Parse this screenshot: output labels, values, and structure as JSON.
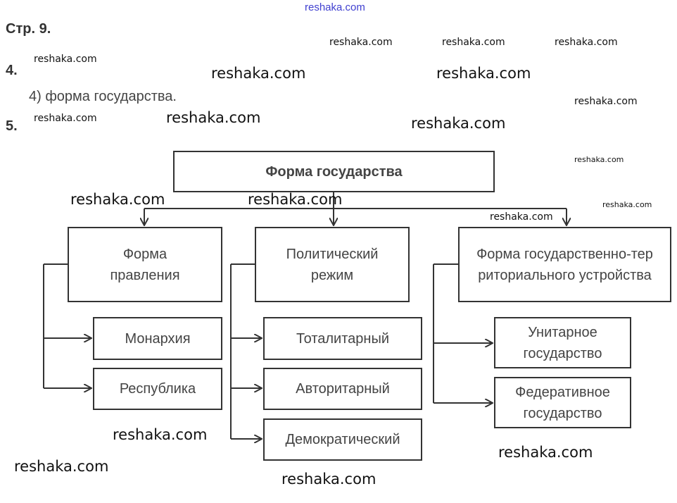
{
  "header_link": "reshaka.com",
  "page_label": "Стр. 9.",
  "task4": {
    "number": "4.",
    "answer": "4) форма государства."
  },
  "task5": {
    "number": "5."
  },
  "diagram": {
    "root": "Форма государства",
    "branches": [
      {
        "label": "Форма правления",
        "children": [
          "Монархия",
          "Республика"
        ]
      },
      {
        "label": "Политический режим",
        "children": [
          "Тоталитарный",
          "Авторитарный",
          "Демократический"
        ]
      },
      {
        "label": "Форма государственно-территориального устройства",
        "children": [
          "Унитарное государство",
          "Федеративное государство"
        ]
      }
    ]
  },
  "watermark": "reshaka.com"
}
